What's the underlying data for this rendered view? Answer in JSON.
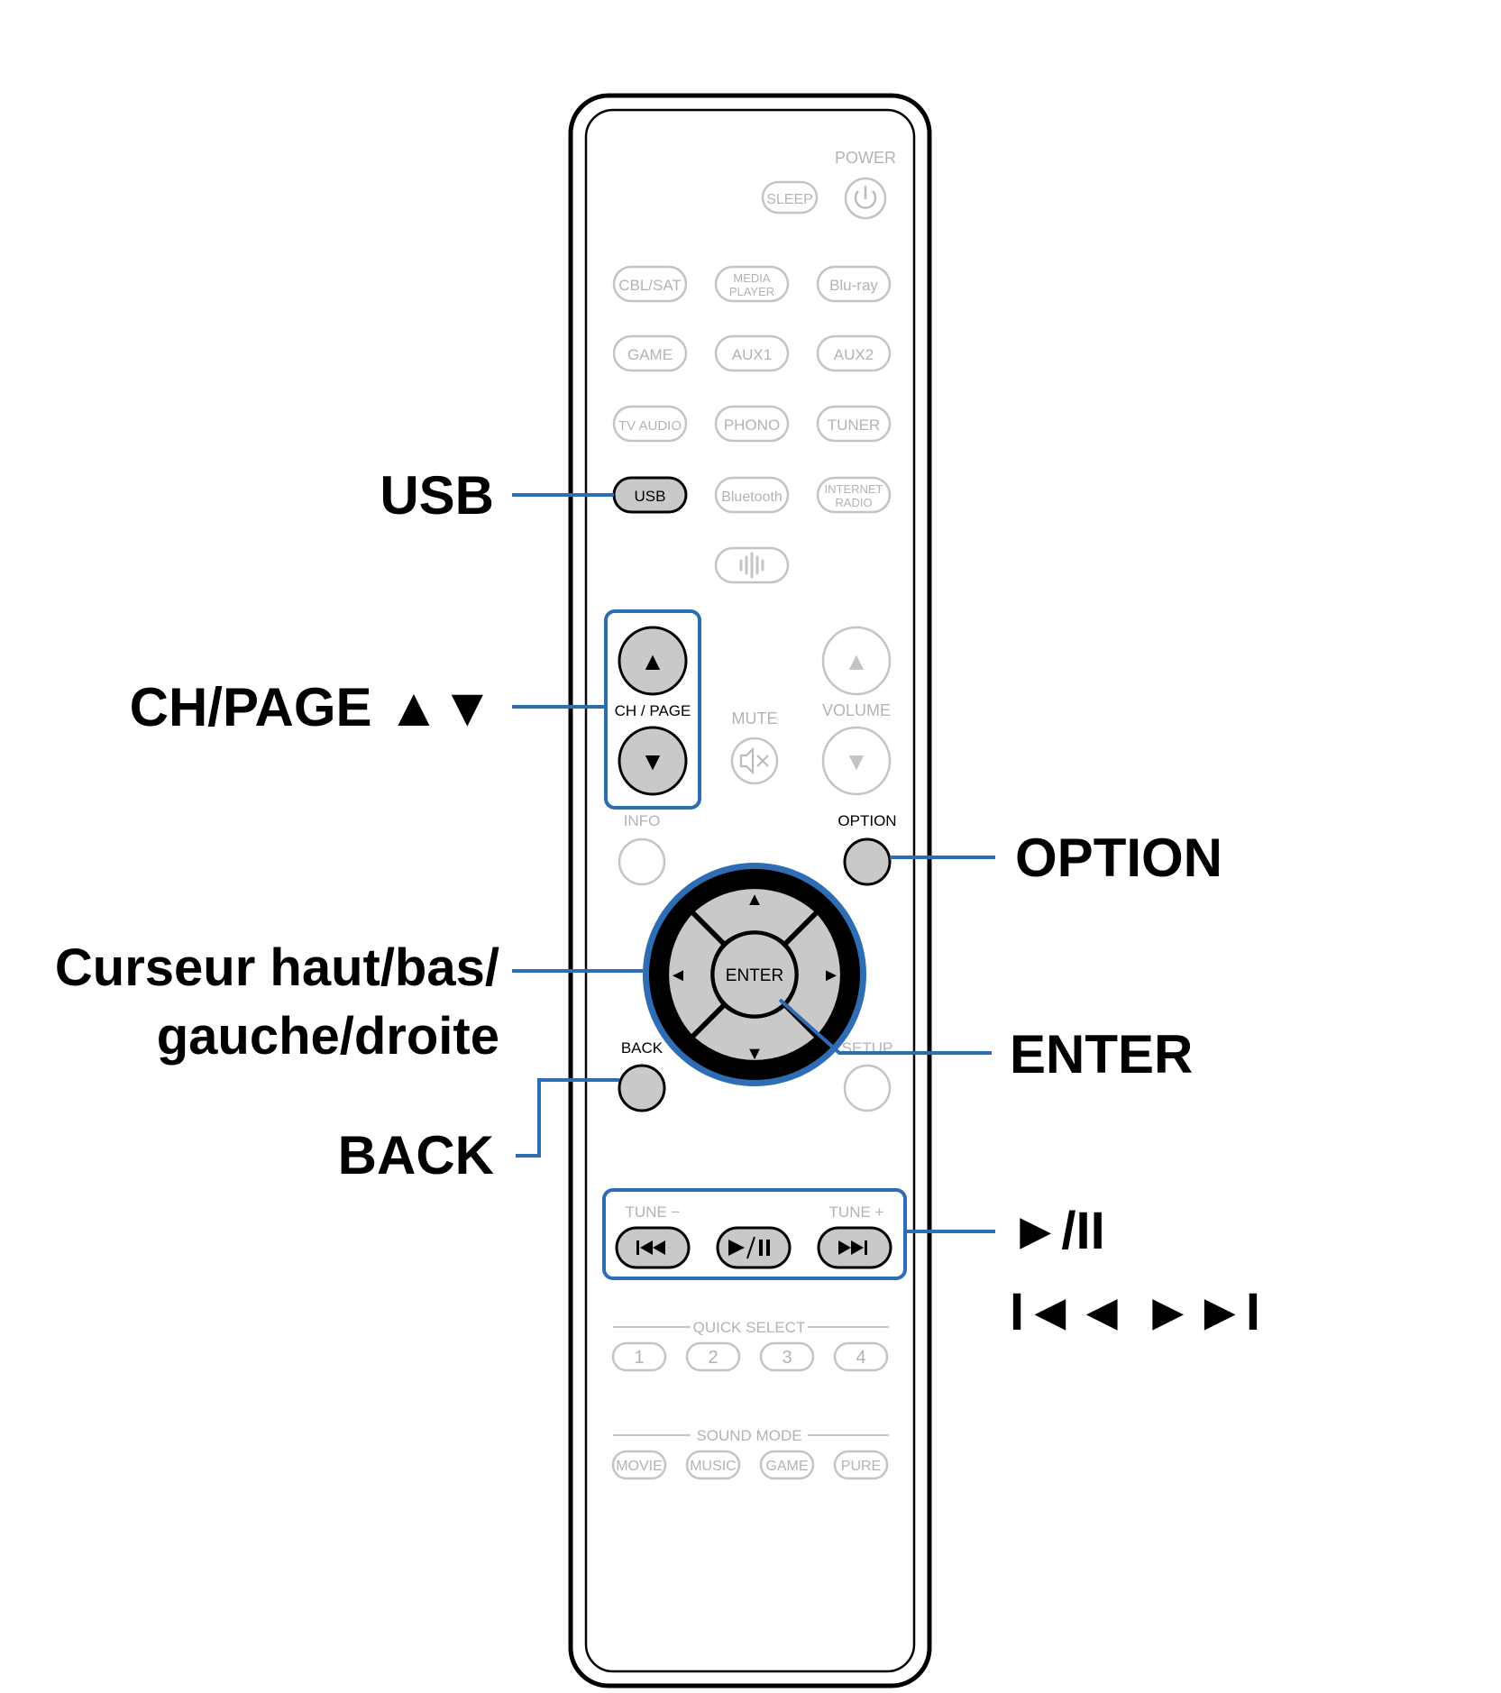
{
  "colors": {
    "accent": "#2e6db4",
    "button_active": "#c9c9c9",
    "dim_text": "#b3b3b3",
    "dim_stroke": "#c4c4c4"
  },
  "remote": {
    "power_label": "POWER",
    "sleep_label": "SLEEP",
    "sources_row1": [
      "CBL/SAT",
      "MEDIA PLAYER",
      "Blu-ray"
    ],
    "sources_row2": [
      "GAME",
      "AUX1",
      "AUX2"
    ],
    "sources_row3": [
      "TV AUDIO",
      "PHONO",
      "TUNER"
    ],
    "sources_row4": [
      "USB",
      "Bluetooth",
      "INTERNET RADIO"
    ],
    "heos_icon": "heos-icon",
    "ch_page_label": "CH / PAGE",
    "mute_label": "MUTE",
    "volume_label": "VOLUME",
    "info_label": "INFO",
    "option_label": "OPTION",
    "enter_label": "ENTER",
    "back_label": "BACK",
    "setup_label": "SETUP",
    "tune_minus_label": "TUNE −",
    "tune_plus_label": "TUNE +",
    "quick_select_label": "QUICK SELECT",
    "quick_select_buttons": [
      "1",
      "2",
      "3",
      "4"
    ],
    "sound_mode_label": "SOUND MODE",
    "sound_mode_buttons": [
      "MOVIE",
      "MUSIC",
      "GAME",
      "PURE"
    ]
  },
  "callouts": {
    "usb": "USB",
    "ch_page": "CH/PAGE ▲▼",
    "cursor_line1": "Curseur haut/bas/",
    "cursor_line2": "gauche/droite",
    "back": "BACK",
    "option": "OPTION",
    "enter": "ENTER",
    "play_pause": "►/II",
    "skip": "I◄◄ ►►I"
  }
}
